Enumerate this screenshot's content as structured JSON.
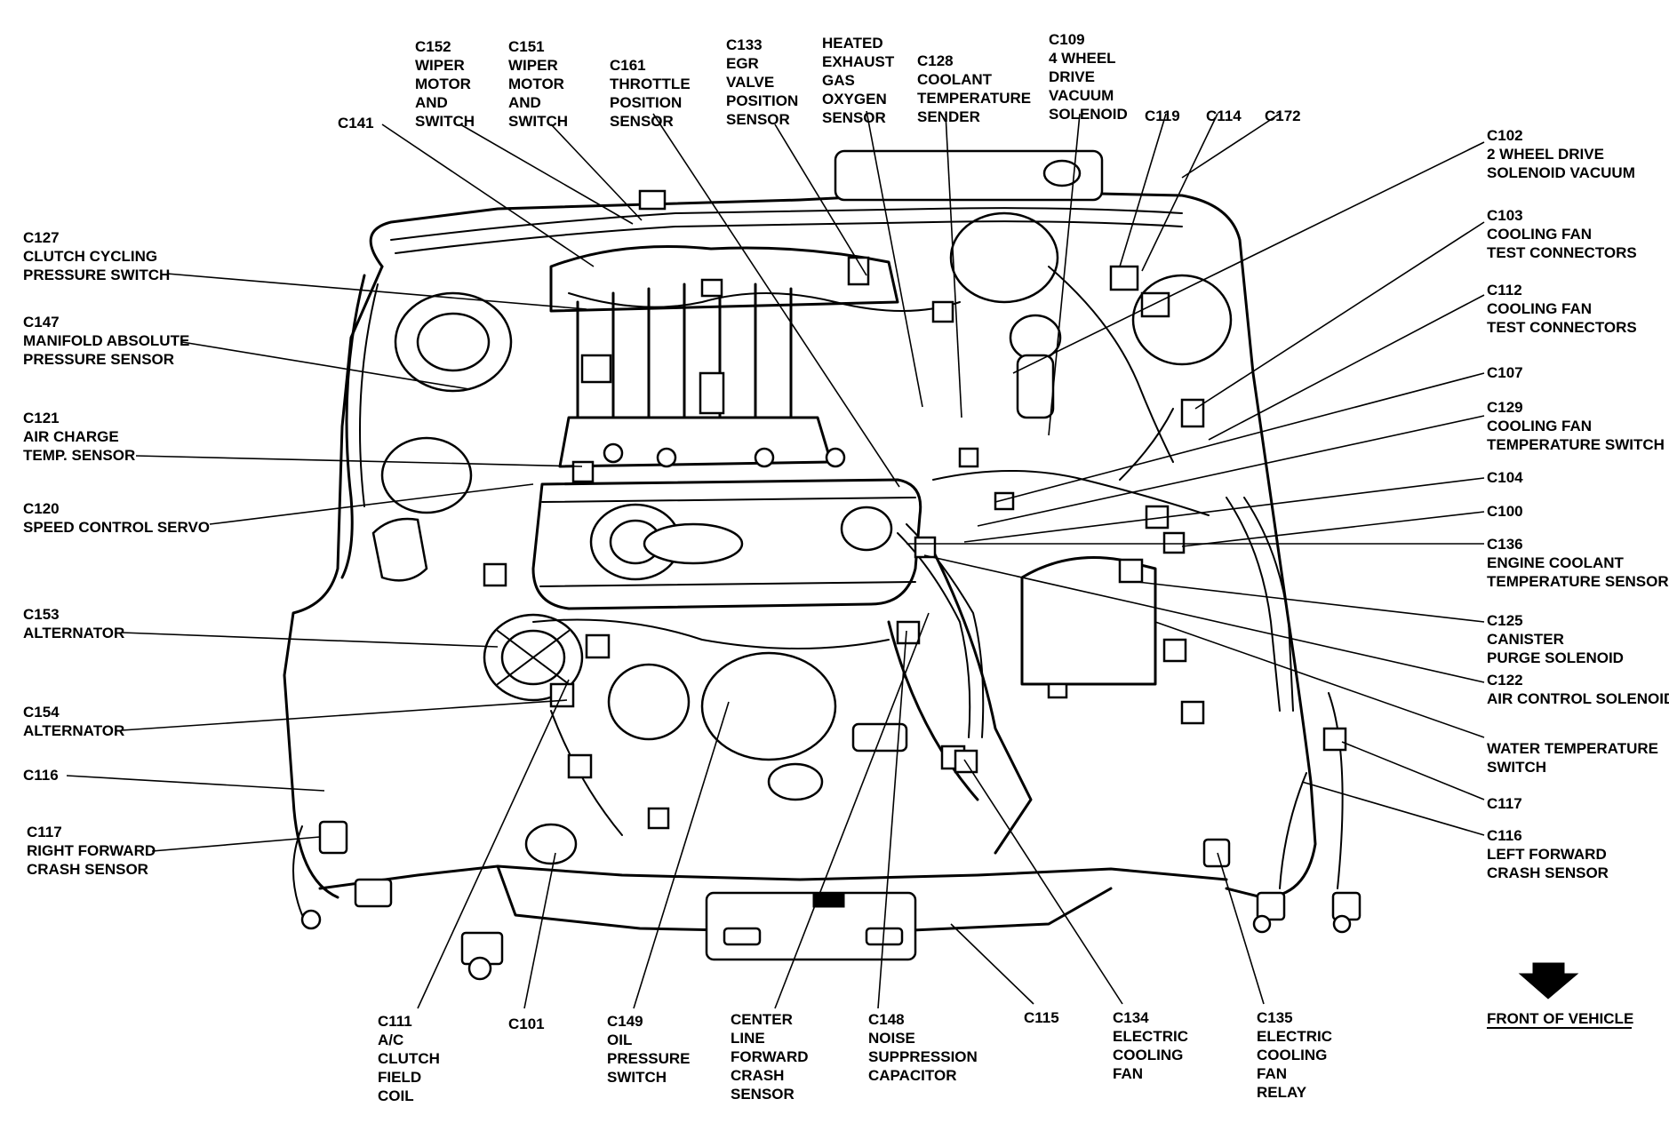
{
  "connectors": [
    {
      "id": "c152",
      "lines": [
        "C152",
        "WIPER",
        "MOTOR",
        "AND",
        "SWITCH"
      ]
    },
    {
      "id": "c151",
      "lines": [
        "C151",
        "WIPER",
        "MOTOR",
        "AND",
        "SWITCH"
      ]
    },
    {
      "id": "c161",
      "lines": [
        "C161",
        "THROTTLE",
        "POSITION",
        "SENSOR"
      ]
    },
    {
      "id": "c133",
      "lines": [
        "C133",
        "EGR",
        "VALVE",
        "POSITION",
        "SENSOR"
      ]
    },
    {
      "id": "heated-exhaust",
      "lines": [
        "HEATED",
        "EXHAUST",
        "GAS",
        "OXYGEN",
        "SENSOR"
      ]
    },
    {
      "id": "c128",
      "lines": [
        "C128",
        "COOLANT",
        "TEMPERATURE",
        "SENDER"
      ]
    },
    {
      "id": "c109",
      "lines": [
        "C109",
        "4 WHEEL",
        "DRIVE",
        "VACUUM",
        "SOLENOID"
      ]
    },
    {
      "id": "c119",
      "lines": [
        "C119"
      ]
    },
    {
      "id": "c114",
      "lines": [
        "C114"
      ]
    },
    {
      "id": "c172",
      "lines": [
        "C172"
      ]
    },
    {
      "id": "c141",
      "lines": [
        "C141"
      ]
    },
    {
      "id": "c127",
      "lines": [
        "C127",
        "CLUTCH CYCLING",
        "PRESSURE SWITCH"
      ]
    },
    {
      "id": "c147",
      "lines": [
        "C147",
        "MANIFOLD ABSOLUTE",
        "PRESSURE SENSOR"
      ]
    },
    {
      "id": "c121",
      "lines": [
        "C121",
        "AIR CHARGE",
        "TEMP. SENSOR"
      ]
    },
    {
      "id": "c120",
      "lines": [
        "C120",
        "SPEED CONTROL SERVO"
      ]
    },
    {
      "id": "c153",
      "lines": [
        "C153",
        "ALTERNATOR"
      ]
    },
    {
      "id": "c154",
      "lines": [
        "C154",
        "ALTERNATOR"
      ]
    },
    {
      "id": "c116-left",
      "lines": [
        "C116"
      ]
    },
    {
      "id": "c117-left",
      "lines": [
        "C117",
        "RIGHT FORWARD",
        "CRASH SENSOR"
      ]
    },
    {
      "id": "c102",
      "lines": [
        "C102",
        "2 WHEEL DRIVE",
        "SOLENOID  VACUUM"
      ]
    },
    {
      "id": "c103",
      "lines": [
        "C103",
        "COOLING FAN",
        "TEST CONNECTORS"
      ]
    },
    {
      "id": "c112",
      "lines": [
        "C112",
        "COOLING FAN",
        "TEST CONNECTORS"
      ]
    },
    {
      "id": "c107",
      "lines": [
        "C107"
      ]
    },
    {
      "id": "c129",
      "lines": [
        "C129",
        "COOLING FAN",
        "TEMPERATURE SWITCH"
      ]
    },
    {
      "id": "c104",
      "lines": [
        "C104"
      ]
    },
    {
      "id": "c100",
      "lines": [
        "C100"
      ]
    },
    {
      "id": "c136",
      "lines": [
        "C136",
        "ENGINE COOLANT",
        "TEMPERATURE SENSOR"
      ]
    },
    {
      "id": "c125",
      "lines": [
        "C125",
        "CANISTER",
        "PURGE SOLENOID"
      ]
    },
    {
      "id": "c122",
      "lines": [
        "C122",
        "AIR CONTROL SOLENOID"
      ]
    },
    {
      "id": "water-temp",
      "lines": [
        "WATER TEMPERATURE",
        "SWITCH"
      ]
    },
    {
      "id": "c117-right",
      "lines": [
        "C117"
      ]
    },
    {
      "id": "c116-right",
      "lines": [
        "C116",
        "LEFT FORWARD",
        "CRASH SENSOR"
      ]
    },
    {
      "id": "c111",
      "lines": [
        "C111",
        "A/C",
        "CLUTCH",
        "FIELD",
        "COIL"
      ]
    },
    {
      "id": "c101",
      "lines": [
        "C101"
      ]
    },
    {
      "id": "c149",
      "lines": [
        "C149",
        "OIL",
        "PRESSURE",
        "SWITCH"
      ]
    },
    {
      "id": "center-line",
      "lines": [
        "CENTER",
        "LINE",
        "FORWARD",
        "CRASH",
        "SENSOR"
      ]
    },
    {
      "id": "c148",
      "lines": [
        "C148",
        "NOISE",
        "SUPPRESSION",
        "CAPACITOR"
      ]
    },
    {
      "id": "c115",
      "lines": [
        "C115"
      ]
    },
    {
      "id": "c134",
      "lines": [
        "C134",
        "ELECTRIC",
        "COOLING",
        "FAN"
      ]
    },
    {
      "id": "c135",
      "lines": [
        "C135",
        "ELECTRIC",
        "COOLING",
        "FAN",
        "RELAY"
      ]
    }
  ],
  "front_label": "FRONT OF VEHICLE"
}
